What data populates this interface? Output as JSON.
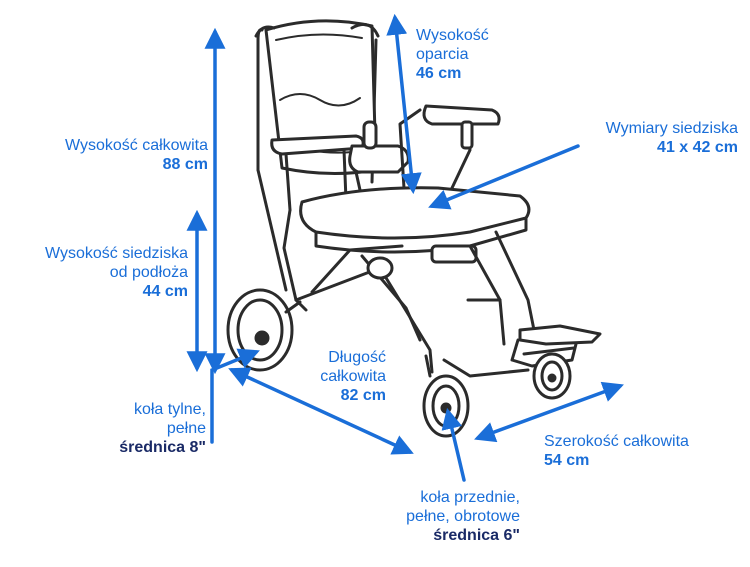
{
  "colors": {
    "accent": "#1a6ed8",
    "ink": "#2b2b2b",
    "dark_value": "#1a2a66"
  },
  "labels": {
    "total_height": {
      "title": "Wysokość całkowita",
      "value": "88 cm"
    },
    "backrest_height": {
      "title_1": "Wysokość",
      "title_2": "oparcia",
      "value": "46 cm"
    },
    "seat_dimensions": {
      "title": "Wymiary siedziska",
      "value": "41 x 42 cm"
    },
    "seat_height": {
      "title_1": "Wysokość siedziska",
      "title_2": "od podłoża",
      "value": "44 cm"
    },
    "total_length": {
      "title_1": "Długość",
      "title_2": "całkowita",
      "value": "82 cm"
    },
    "rear_wheels": {
      "title_1": "koła tylne,",
      "title_2": "pełne",
      "value": "średnica 8\""
    },
    "total_width": {
      "title": "Szerokość całkowita",
      "value": "54 cm"
    },
    "front_wheels": {
      "title_1": "koła przednie,",
      "title_2": "pełne, obrotowe",
      "value": "średnica 6\""
    }
  }
}
